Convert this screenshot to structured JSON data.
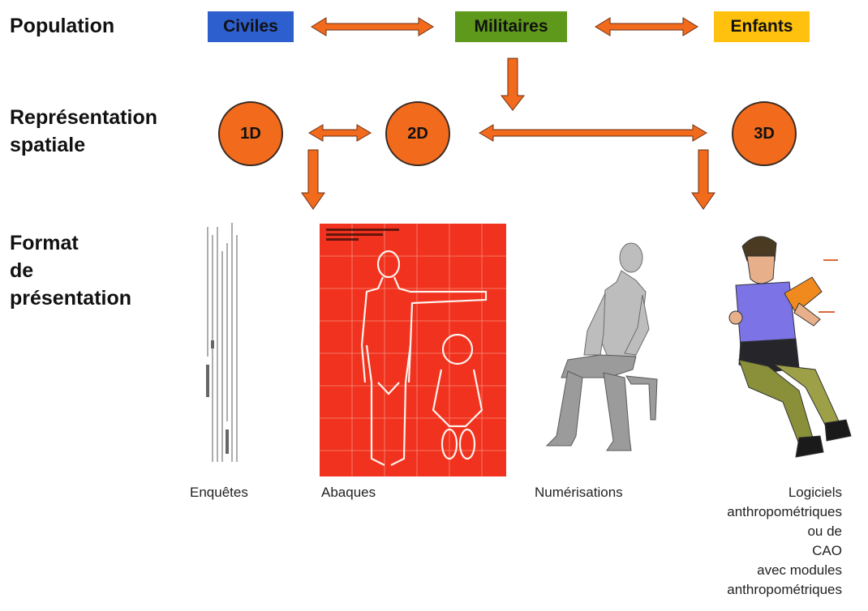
{
  "rows": {
    "population": "Population",
    "representation": [
      "Représentation",
      "spatiale"
    ],
    "format": [
      "Format",
      "de",
      "présentation"
    ]
  },
  "populations": {
    "civiles": "Civiles",
    "militaires": "Militaires",
    "enfants": "Enfants"
  },
  "dimensions": {
    "d1": "1D",
    "d2": "2D",
    "d3": "3D"
  },
  "formats": {
    "enquetes": "Enquêtes",
    "abaques": "Abaques",
    "numerisations": "Numérisations",
    "logiciels": [
      "Logiciels",
      "anthropométriques",
      "ou de",
      "CAO",
      "avec modules",
      "anthropométriques"
    ]
  },
  "colors": {
    "civiles": "#2e5fce",
    "militaires": "#5f991b",
    "enfants": "#ffc10d",
    "arrow": "#f26b1d",
    "circle": "#f26b1d",
    "abaque_bg": "#f0321e"
  }
}
